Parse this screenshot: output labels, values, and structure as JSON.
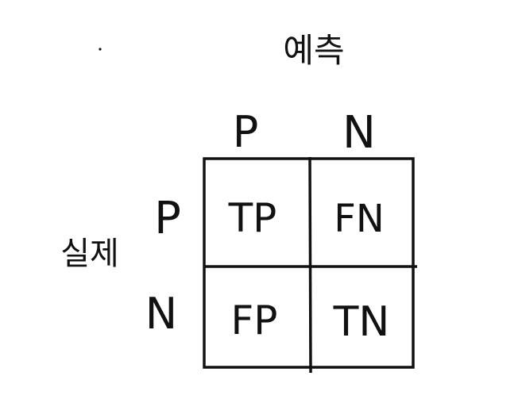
{
  "diagram": {
    "predicted_label": "예측",
    "actual_label": "실제",
    "col_headers": [
      "P",
      "N"
    ],
    "row_headers": [
      "P",
      "N"
    ],
    "cells": [
      [
        "TP",
        "FN"
      ],
      [
        "FP",
        "TN"
      ]
    ],
    "ink_color": "#111111",
    "background_color": "#ffffff"
  }
}
